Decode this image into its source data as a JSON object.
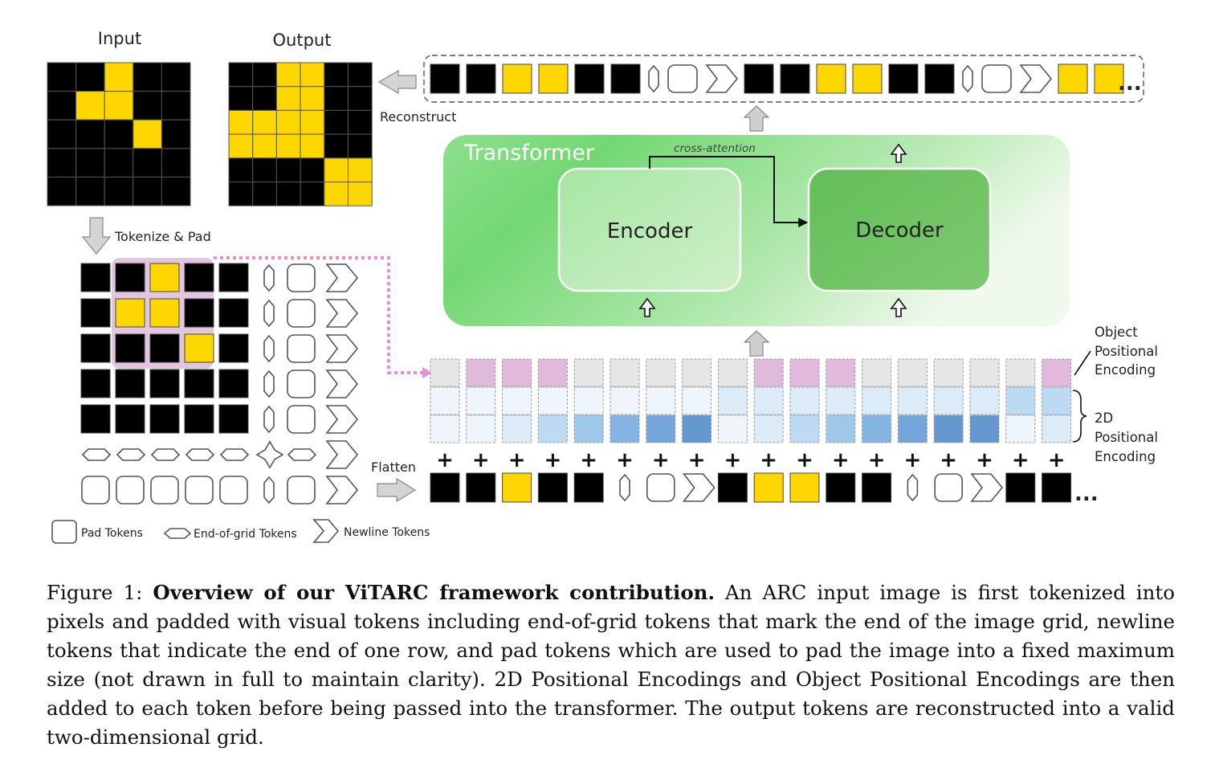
{
  "figure": {
    "input_title": "Input",
    "output_title": "Output",
    "reconstruct_label": "Reconstruct",
    "tokenize_label": "Tokenize & Pad",
    "flatten_label": "Flatten",
    "transformer_label": "Transformer",
    "encoder_label": "Encoder",
    "decoder_label": "Decoder",
    "cross_attention_label": "cross-attention",
    "object_pe_lines": [
      "Object",
      "Positional",
      "Encoding"
    ],
    "pe2d_lines": [
      "2D",
      "Positional",
      "Encoding"
    ],
    "plus_sign": "+",
    "ellipsis": "...",
    "legend": {
      "pad": "Pad Tokens",
      "eog": "End-of-grid Tokens",
      "newline": "Newline Tokens"
    },
    "input_grid": [
      [
        0,
        0,
        1,
        0,
        0
      ],
      [
        0,
        1,
        1,
        0,
        0
      ],
      [
        0,
        0,
        0,
        1,
        0
      ],
      [
        0,
        0,
        0,
        0,
        0
      ],
      [
        0,
        0,
        0,
        0,
        0
      ]
    ],
    "output_grid": [
      [
        0,
        0,
        1,
        1,
        0,
        0
      ],
      [
        0,
        0,
        1,
        1,
        0,
        0
      ],
      [
        1,
        1,
        1,
        1,
        0,
        0
      ],
      [
        1,
        1,
        1,
        1,
        0,
        0
      ],
      [
        0,
        0,
        0,
        0,
        1,
        1
      ],
      [
        0,
        0,
        0,
        0,
        1,
        1
      ]
    ],
    "output_sequence": [
      "k",
      "k",
      "y",
      "y",
      "k",
      "k",
      "e",
      "p",
      "n",
      "k",
      "k",
      "y",
      "y",
      "k",
      "k",
      "e",
      "p",
      "n",
      "y",
      "y"
    ],
    "input_sequence": [
      "k",
      "k",
      "y",
      "k",
      "k",
      "e",
      "p",
      "n",
      "k",
      "y",
      "y",
      "k",
      "k",
      "e",
      "p",
      "n",
      "k",
      "k"
    ],
    "object_pe_highlighted": [
      0,
      1,
      1,
      1,
      0,
      0,
      0,
      0,
      0,
      1,
      1,
      1,
      0,
      0,
      0,
      0,
      0,
      1
    ],
    "pe_row_level": [
      0,
      0,
      0,
      0,
      0,
      0,
      0,
      0,
      1,
      1,
      1,
      1,
      1,
      1,
      1,
      1,
      2,
      2
    ],
    "pe_col_level": [
      0,
      0,
      1,
      2,
      3,
      4,
      5,
      6,
      0,
      1,
      2,
      3,
      4,
      5,
      6,
      6,
      0,
      1
    ],
    "colors": {
      "black": "#000000",
      "yellow": "#FFD700",
      "pink": "#E1B9DC",
      "gray": "#E6E6E6",
      "green": "#66CC66",
      "blue_levels": [
        "#EEF6FC",
        "#DCEBF8",
        "#BCDBF2",
        "#9EC7EA",
        "#84B5E2",
        "#73A5DA",
        "#6698D0"
      ]
    }
  },
  "caption": {
    "prefix": "Figure 1: ",
    "bold": "Overview of our ViTARC framework contribution.",
    "text": " An ARC input image is first tokenized into pixels and padded with visual tokens including end-of-grid tokens that mark the end of the image grid, newline tokens that indicate the end of one row, and pad tokens which are used to pad the image into a fixed maximum size (not drawn in full to maintain clarity). 2D Positional Encodings and Object Positional Encodings are then added to each token before being passed into the transformer. The output tokens are reconstructed into a valid two-dimensional grid."
  }
}
